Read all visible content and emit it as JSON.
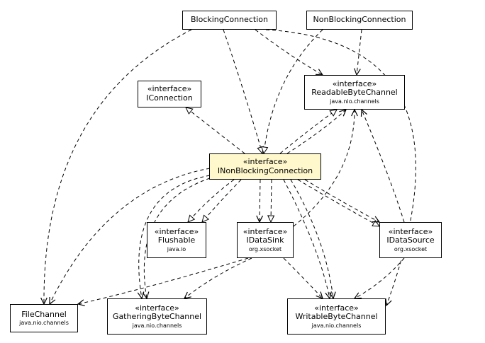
{
  "diagram": {
    "nodes": [
      {
        "id": "blocking",
        "name": "BlockingConnection",
        "stereotype": "",
        "package": ""
      },
      {
        "id": "nonblocking",
        "name": "NonBlockingConnection",
        "stereotype": "",
        "package": ""
      },
      {
        "id": "iconnection",
        "name": "IConnection",
        "stereotype": "«interface»",
        "package": ""
      },
      {
        "id": "readable",
        "name": "ReadableByteChannel",
        "stereotype": "«interface»",
        "package": "java.nio.channels"
      },
      {
        "id": "inonblocking",
        "name": "INonBlockingConnection",
        "stereotype": "«interface»",
        "package": ""
      },
      {
        "id": "flushable",
        "name": "Flushable",
        "stereotype": "«interface»",
        "package": "java.io"
      },
      {
        "id": "idatasink",
        "name": "IDataSink",
        "stereotype": "«interface»",
        "package": "org.xsocket"
      },
      {
        "id": "idatasource",
        "name": "IDataSource",
        "stereotype": "«interface»",
        "package": "org.xsocket"
      },
      {
        "id": "filechannel",
        "name": "FileChannel",
        "stereotype": "",
        "package": "java.nio.channels"
      },
      {
        "id": "gathering",
        "name": "GatheringByteChannel",
        "stereotype": "«interface»",
        "package": "java.nio.channels"
      },
      {
        "id": "writable",
        "name": "WritableByteChannel",
        "stereotype": "«interface»",
        "package": "java.nio.channels"
      }
    ]
  }
}
